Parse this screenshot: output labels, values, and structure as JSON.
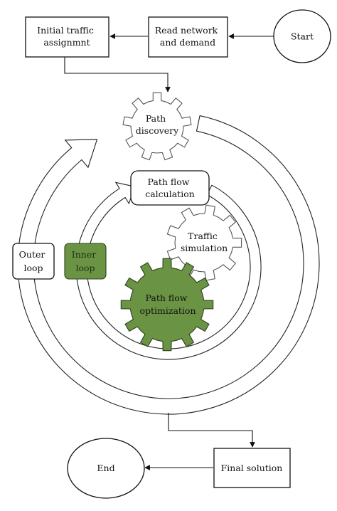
{
  "nodes": {
    "start": {
      "label": [
        "Start"
      ]
    },
    "read_network": {
      "label": [
        "Read network",
        "and demand"
      ]
    },
    "initial_assignment": {
      "label": [
        "Initial traffic",
        "assignmnt"
      ]
    },
    "path_discovery": {
      "label": [
        "Path",
        "discovery"
      ]
    },
    "path_flow_calc": {
      "label": [
        "Path flow",
        "calculation"
      ]
    },
    "traffic_simulation": {
      "label": [
        "Traffic",
        "simulation"
      ]
    },
    "path_flow_opt": {
      "label": [
        "Path flow",
        "optimization"
      ]
    },
    "outer_loop": {
      "label": [
        "Outer",
        "loop"
      ]
    },
    "inner_loop": {
      "label": [
        "Inner",
        "loop"
      ]
    },
    "final_solution": {
      "label": [
        "Final solution"
      ]
    },
    "end": {
      "label": [
        "End"
      ]
    }
  },
  "colors": {
    "green_fill": "#6a9443",
    "green_dark": "#2d3f1d",
    "stroke": "#111111"
  }
}
